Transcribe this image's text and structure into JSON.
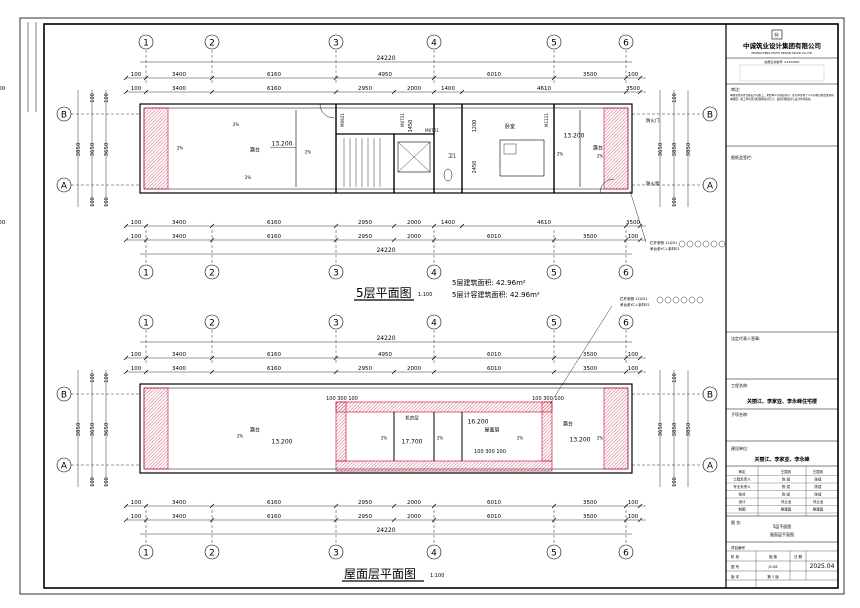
{
  "axes": [
    "1",
    "2",
    "3",
    "4",
    "5",
    "6"
  ],
  "axes_rows": [
    "B",
    "A"
  ],
  "floor5": {
    "title": "5层平面图",
    "scale": "1:100",
    "area_line1": "5层建筑面积: 42.96m²",
    "area_line2": "5层计容建筑面积: 42.96m²",
    "total": "24220",
    "dims_row1": [
      "100",
      "3400",
      "6160",
      "4950",
      "6010",
      "3500",
      "100"
    ],
    "dims_row2": [
      "100",
      "3400",
      "6160",
      "2950",
      "2000",
      "1400",
      "4610",
      "3500",
      "100"
    ],
    "dims_row_bottom1": [
      "100",
      "3400",
      "6160",
      "2950",
      "2000",
      "1400",
      "4610",
      "3500",
      "100"
    ],
    "dims_row_bottom2": [
      "100",
      "3400",
      "6160",
      "2950",
      "2000",
      "6010",
      "3500",
      "100"
    ],
    "left_dims": [
      "100",
      "3850",
      "3650",
      "100"
    ],
    "right_dims": [
      "100",
      "3650",
      "3850",
      "100"
    ],
    "rooms": {
      "terrace": "露台",
      "bath": "卫1",
      "bedroom": "卧室",
      "terrace2": "露台"
    },
    "elev_a": "13.200",
    "elev_b": "13.200",
    "inner_dims": [
      "1450",
      "1200",
      "2450"
    ],
    "door_codes": [
      "M0921",
      "M0721",
      "M0721",
      "M1121"
    ],
    "slope_label": "2%",
    "right_notes": [
      "防火门",
      "防火窗"
    ],
    "detail_note1": "栏杆参照 12J201",
    "detail_note2": "承台参YC-L参材02"
  },
  "roof": {
    "title": "屋面层平面图",
    "scale": "1:100",
    "total": "24220",
    "dims_row1": [
      "100",
      "3400",
      "6160",
      "4950",
      "6010",
      "3500",
      "100"
    ],
    "dims_row2": [
      "100",
      "3400",
      "6160",
      "2950",
      "2000",
      "6010",
      "3500",
      "100"
    ],
    "dims_bottom1": [
      "100",
      "3400",
      "6160",
      "2950",
      "2000",
      "6010",
      "3500",
      "100"
    ],
    "dims_bottom2": [
      "100",
      "3400",
      "6160",
      "2950",
      "2000",
      "6010",
      "3500",
      "100"
    ],
    "left_dims": [
      "100",
      "3850",
      "3650",
      "100"
    ],
    "right_dims": [
      "100",
      "3650",
      "3850",
      "100"
    ],
    "rooms": {
      "terrace": "露台",
      "machine": "机房层",
      "roof_room": "屋面层",
      "terrace2": "露台"
    },
    "elevations": [
      "13.200",
      "17.700",
      "16.200",
      "13.200"
    ],
    "small_dims": [
      "100",
      "300",
      "100",
      "100",
      "300",
      "100",
      "100",
      "300",
      "100"
    ],
    "slope_label": "2%",
    "detail_note1": "栏杆参照 12J201",
    "detail_note2": "承台参YC-L参材02"
  },
  "titleblock": {
    "company": "中诚筑业设计集团有限公司",
    "company_en": "ZHONGCHENG ZHUYE DESIGN GROUP CO.,LTD.",
    "cert_line": "资质证书编号: A1234567",
    "notes_label": "审注:",
    "notes_text": "本图须经审查合格后方可施工。未经本公司书面许可，任何单位和个人不得擅自修改或复制本图纸。施工单位须对照现场核对尺寸，发现问题及时与设计单位联系。",
    "approval_label": "图纸会签栏:",
    "owner_label": "法定代表人签章:",
    "project_label": "工程名称:",
    "project_name": "关丽江、李家亚、李永峰住宅楼",
    "sub_label": "子项名称:",
    "client_label": "建设单位:",
    "client_name": "关丽江、李家亚、李永峰",
    "roles": [
      {
        "role": "审定",
        "name": "王国庆",
        "sig": "王国庆"
      },
      {
        "role": "工程负责人",
        "name": "陈 斌",
        "sig": "陈斌"
      },
      {
        "role": "专业负责人",
        "name": "陈 斌",
        "sig": "陈斌"
      },
      {
        "role": "校对",
        "name": "陈 斌",
        "sig": "陈斌"
      },
      {
        "role": "设计",
        "name": "刘云龙",
        "sig": "刘云龙"
      },
      {
        "role": "制图",
        "name": "黎建国",
        "sig": "黎建国"
      }
    ],
    "drawing_label": "图 名:",
    "drawing_title1": "5层平面图",
    "drawing_title2": "屋面层平面图",
    "proj_no_label": "项目编号",
    "stage_label": "阶 段",
    "stage_value": "施 施",
    "date_label": "日 期",
    "date_value": "2025.04",
    "sheet_no_label": "图 号",
    "sheet_no_value": "JS-08",
    "version_label": "版 本",
    "version_value": "第 1 版"
  }
}
